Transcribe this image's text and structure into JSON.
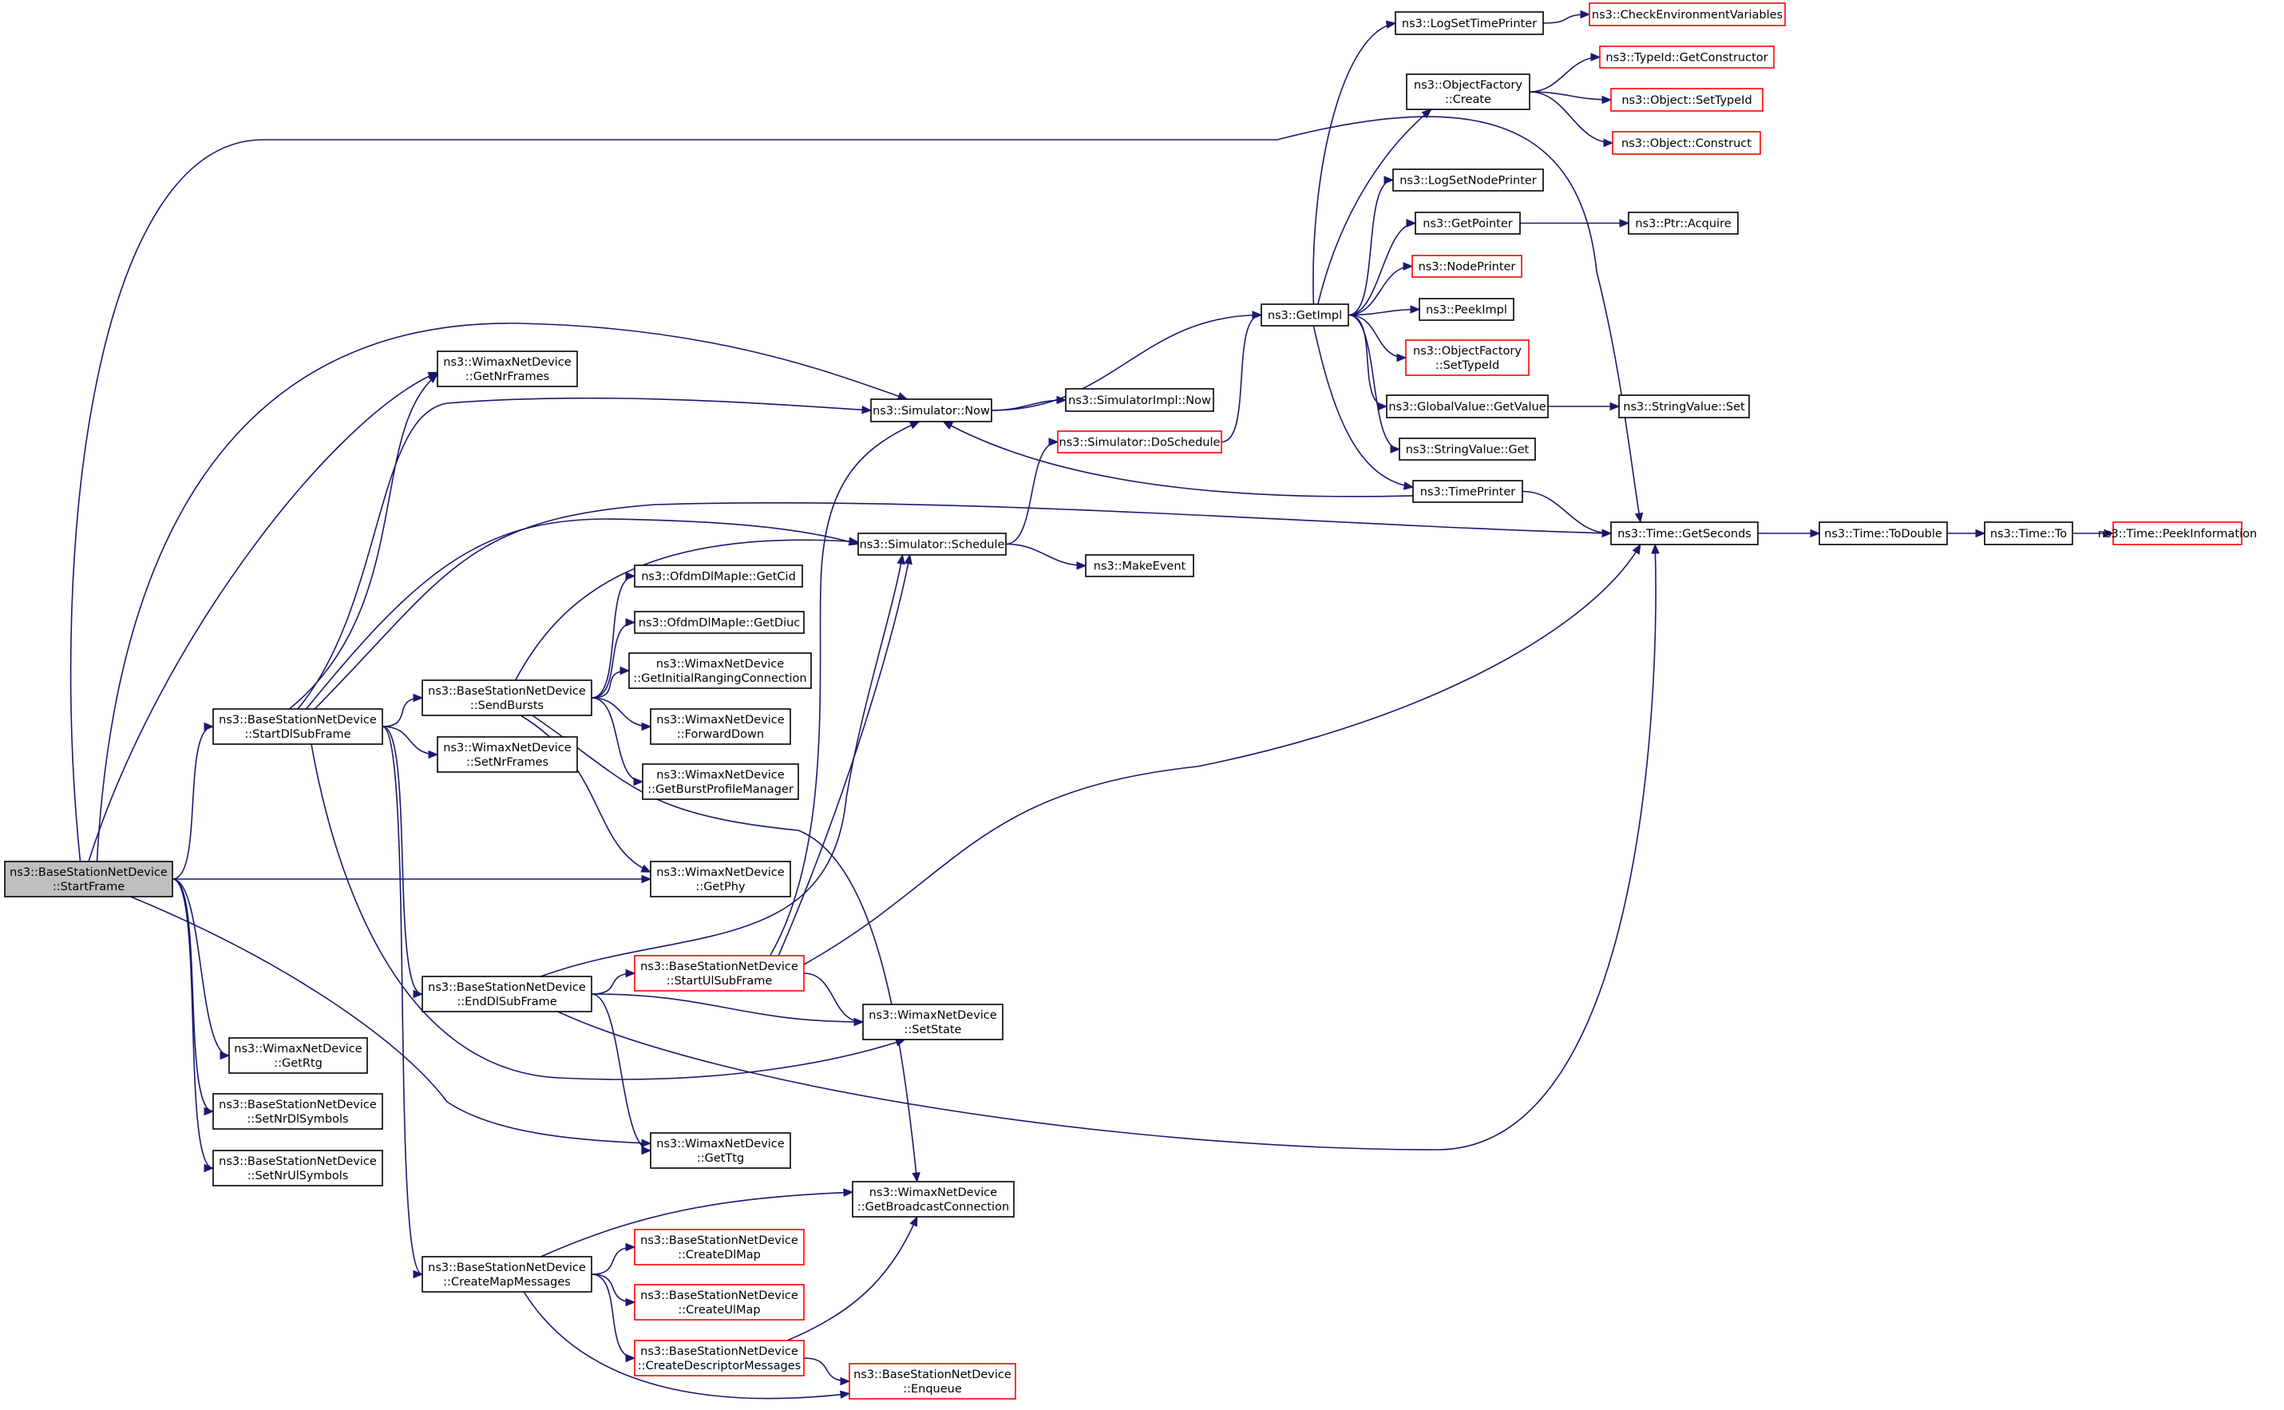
{
  "graph": {
    "colors": {
      "edge": "#191970",
      "border_normal": "#000000",
      "border_truncated": "#ff0000",
      "root_fill": "#bfbfbf",
      "node_fill": "#ffffff"
    },
    "nodes": [
      {
        "id": "StartFrame",
        "lines": [
          "ns3::BaseStationNetDevice",
          "::StartFrame"
        ],
        "style": "root"
      },
      {
        "id": "StartDlSubFrame",
        "lines": [
          "ns3::BaseStationNetDevice",
          "::StartDlSubFrame"
        ],
        "style": "normal"
      },
      {
        "id": "GetNrFrames",
        "lines": [
          "ns3::WimaxNetDevice",
          "::GetNrFrames"
        ],
        "style": "normal"
      },
      {
        "id": "SetNrFrames",
        "lines": [
          "ns3::WimaxNetDevice",
          "::SetNrFrames"
        ],
        "style": "normal"
      },
      {
        "id": "GetRtg",
        "lines": [
          "ns3::WimaxNetDevice",
          "::GetRtg"
        ],
        "style": "normal"
      },
      {
        "id": "SetNrDlSymbols",
        "lines": [
          "ns3::BaseStationNetDevice",
          "::SetNrDlSymbols"
        ],
        "style": "normal"
      },
      {
        "id": "SetNrUlSymbols",
        "lines": [
          "ns3::BaseStationNetDevice",
          "::SetNrUlSymbols"
        ],
        "style": "normal"
      },
      {
        "id": "SendBursts",
        "lines": [
          "ns3::BaseStationNetDevice",
          "::SendBursts"
        ],
        "style": "normal"
      },
      {
        "id": "EndDlSubFrame",
        "lines": [
          "ns3::BaseStationNetDevice",
          "::EndDlSubFrame"
        ],
        "style": "normal"
      },
      {
        "id": "CreateMapMessages",
        "lines": [
          "ns3::BaseStationNetDevice",
          "::CreateMapMessages"
        ],
        "style": "normal"
      },
      {
        "id": "GetCid",
        "lines": [
          "ns3::OfdmDlMapIe::GetCid"
        ],
        "style": "normal"
      },
      {
        "id": "GetDiuc",
        "lines": [
          "ns3::OfdmDlMapIe::GetDiuc"
        ],
        "style": "normal"
      },
      {
        "id": "GetInitialRangingConnection",
        "lines": [
          "ns3::WimaxNetDevice",
          "::GetInitialRangingConnection"
        ],
        "style": "normal"
      },
      {
        "id": "ForwardDown",
        "lines": [
          "ns3::WimaxNetDevice",
          "::ForwardDown"
        ],
        "style": "normal"
      },
      {
        "id": "GetBurstProfileManager",
        "lines": [
          "ns3::WimaxNetDevice",
          "::GetBurstProfileManager"
        ],
        "style": "normal"
      },
      {
        "id": "GetPhy",
        "lines": [
          "ns3::WimaxNetDevice",
          "::GetPhy"
        ],
        "style": "normal"
      },
      {
        "id": "StartUlSubFrame",
        "lines": [
          "ns3::BaseStationNetDevice",
          "::StartUlSubFrame"
        ],
        "style": "truncated"
      },
      {
        "id": "GetTtg",
        "lines": [
          "ns3::WimaxNetDevice",
          "::GetTtg"
        ],
        "style": "normal"
      },
      {
        "id": "CreateDlMap",
        "lines": [
          "ns3::BaseStationNetDevice",
          "::CreateDlMap"
        ],
        "style": "truncated"
      },
      {
        "id": "CreateUlMap",
        "lines": [
          "ns3::BaseStationNetDevice",
          "::CreateUlMap"
        ],
        "style": "truncated"
      },
      {
        "id": "CreateDescriptorMessages",
        "lines": [
          "ns3::BaseStationNetDevice",
          "::CreateDescriptorMessages"
        ],
        "style": "truncated"
      },
      {
        "id": "SimulatorNow",
        "lines": [
          "ns3::Simulator::Now"
        ],
        "style": "normal"
      },
      {
        "id": "SimulatorSchedule",
        "lines": [
          "ns3::Simulator::Schedule"
        ],
        "style": "normal"
      },
      {
        "id": "SetState",
        "lines": [
          "ns3::WimaxNetDevice",
          "::SetState"
        ],
        "style": "normal"
      },
      {
        "id": "GetBroadcastConnection",
        "lines": [
          "ns3::WimaxNetDevice",
          "::GetBroadcastConnection"
        ],
        "style": "normal"
      },
      {
        "id": "Enqueue",
        "lines": [
          "ns3::BaseStationNetDevice",
          "::Enqueue"
        ],
        "style": "truncated"
      },
      {
        "id": "SimulatorImplNow",
        "lines": [
          "ns3::SimulatorImpl::Now"
        ],
        "style": "normal"
      },
      {
        "id": "DoSchedule",
        "lines": [
          "ns3::Simulator::DoSchedule"
        ],
        "style": "truncated"
      },
      {
        "id": "MakeEvent",
        "lines": [
          "ns3::MakeEvent"
        ],
        "style": "normal"
      },
      {
        "id": "GetImpl",
        "lines": [
          "ns3::GetImpl"
        ],
        "style": "normal"
      },
      {
        "id": "LogSetTimePrinter",
        "lines": [
          "ns3::LogSetTimePrinter"
        ],
        "style": "normal"
      },
      {
        "id": "ObjectFactoryCreate",
        "lines": [
          "ns3::ObjectFactory",
          "::Create"
        ],
        "style": "normal"
      },
      {
        "id": "LogSetNodePrinter",
        "lines": [
          "ns3::LogSetNodePrinter"
        ],
        "style": "normal"
      },
      {
        "id": "GetPointer",
        "lines": [
          "ns3::GetPointer"
        ],
        "style": "normal"
      },
      {
        "id": "NodePrinter",
        "lines": [
          "ns3::NodePrinter"
        ],
        "style": "truncated"
      },
      {
        "id": "PeekImpl",
        "lines": [
          "ns3::PeekImpl"
        ],
        "style": "normal"
      },
      {
        "id": "SetTypeIdFactory",
        "lines": [
          "ns3::ObjectFactory",
          "::SetTypeId"
        ],
        "style": "truncated"
      },
      {
        "id": "GlobalValueGetValue",
        "lines": [
          "ns3::GlobalValue::GetValue"
        ],
        "style": "normal"
      },
      {
        "id": "StringValueGet",
        "lines": [
          "ns3::StringValue::Get"
        ],
        "style": "normal"
      },
      {
        "id": "TimePrinter",
        "lines": [
          "ns3::TimePrinter"
        ],
        "style": "normal"
      },
      {
        "id": "CheckEnv",
        "lines": [
          "ns3::CheckEnvironmentVariables"
        ],
        "style": "truncated"
      },
      {
        "id": "GetConstructor",
        "lines": [
          "ns3::TypeId::GetConstructor"
        ],
        "style": "truncated"
      },
      {
        "id": "ObjectSetTypeId",
        "lines": [
          "ns3::Object::SetTypeId"
        ],
        "style": "truncated"
      },
      {
        "id": "ObjectConstruct",
        "lines": [
          "ns3::Object::Construct"
        ],
        "style": "truncated"
      },
      {
        "id": "PtrAcquire",
        "lines": [
          "ns3::Ptr::Acquire"
        ],
        "style": "normal"
      },
      {
        "id": "StringValueSet",
        "lines": [
          "ns3::StringValue::Set"
        ],
        "style": "normal"
      },
      {
        "id": "GetSeconds",
        "lines": [
          "ns3::Time::GetSeconds"
        ],
        "style": "normal"
      },
      {
        "id": "ToDouble",
        "lines": [
          "ns3::Time::ToDouble"
        ],
        "style": "normal"
      },
      {
        "id": "TimeTo",
        "lines": [
          "ns3::Time::To"
        ],
        "style": "normal"
      },
      {
        "id": "PeekInformation",
        "lines": [
          "ns3::Time::PeekInformation"
        ],
        "style": "truncated"
      }
    ],
    "edges": [
      [
        "StartFrame",
        "StartDlSubFrame"
      ],
      [
        "StartFrame",
        "GetNrFrames"
      ],
      [
        "StartFrame",
        "SimulatorNow"
      ],
      [
        "StartFrame",
        "GetSeconds"
      ],
      [
        "StartFrame",
        "GetPhy"
      ],
      [
        "StartFrame",
        "GetRtg"
      ],
      [
        "StartFrame",
        "SetNrDlSymbols"
      ],
      [
        "StartFrame",
        "SetNrUlSymbols"
      ],
      [
        "StartFrame",
        "GetTtg"
      ],
      [
        "StartDlSubFrame",
        "GetNrFrames"
      ],
      [
        "StartDlSubFrame",
        "SimulatorNow"
      ],
      [
        "StartDlSubFrame",
        "SimulatorSchedule"
      ],
      [
        "StartDlSubFrame",
        "GetSeconds"
      ],
      [
        "StartDlSubFrame",
        "SendBursts"
      ],
      [
        "StartDlSubFrame",
        "SetNrFrames"
      ],
      [
        "StartDlSubFrame",
        "EndDlSubFrame"
      ],
      [
        "StartDlSubFrame",
        "SetState"
      ],
      [
        "StartDlSubFrame",
        "CreateMapMessages"
      ],
      [
        "SendBursts",
        "SimulatorSchedule"
      ],
      [
        "SendBursts",
        "GetCid"
      ],
      [
        "SendBursts",
        "GetDiuc"
      ],
      [
        "SendBursts",
        "GetInitialRangingConnection"
      ],
      [
        "SendBursts",
        "ForwardDown"
      ],
      [
        "SendBursts",
        "GetBurstProfileManager"
      ],
      [
        "SendBursts",
        "GetPhy"
      ],
      [
        "SendBursts",
        "GetBroadcastConnection"
      ],
      [
        "EndDlSubFrame",
        "SimulatorSchedule"
      ],
      [
        "EndDlSubFrame",
        "StartUlSubFrame"
      ],
      [
        "EndDlSubFrame",
        "SetState"
      ],
      [
        "EndDlSubFrame",
        "GetTtg"
      ],
      [
        "EndDlSubFrame",
        "GetSeconds"
      ],
      [
        "StartUlSubFrame",
        "SimulatorNow"
      ],
      [
        "StartUlSubFrame",
        "SimulatorSchedule"
      ],
      [
        "StartUlSubFrame",
        "SetState"
      ],
      [
        "StartUlSubFrame",
        "GetSeconds"
      ],
      [
        "CreateMapMessages",
        "GetBroadcastConnection"
      ],
      [
        "CreateMapMessages",
        "CreateDlMap"
      ],
      [
        "CreateMapMessages",
        "CreateUlMap"
      ],
      [
        "CreateMapMessages",
        "CreateDescriptorMessages"
      ],
      [
        "CreateMapMessages",
        "Enqueue"
      ],
      [
        "CreateDescriptorMessages",
        "GetBroadcastConnection"
      ],
      [
        "CreateDescriptorMessages",
        "Enqueue"
      ],
      [
        "SimulatorNow",
        "SimulatorImplNow"
      ],
      [
        "SimulatorNow",
        "GetImpl"
      ],
      [
        "SimulatorSchedule",
        "DoSchedule"
      ],
      [
        "SimulatorSchedule",
        "MakeEvent"
      ],
      [
        "DoSchedule",
        "GetImpl"
      ],
      [
        "GetImpl",
        "LogSetTimePrinter"
      ],
      [
        "GetImpl",
        "ObjectFactoryCreate"
      ],
      [
        "GetImpl",
        "LogSetNodePrinter"
      ],
      [
        "GetImpl",
        "GetPointer"
      ],
      [
        "GetImpl",
        "NodePrinter"
      ],
      [
        "GetImpl",
        "PeekImpl"
      ],
      [
        "GetImpl",
        "SetTypeIdFactory"
      ],
      [
        "GetImpl",
        "GlobalValueGetValue"
      ],
      [
        "GetImpl",
        "StringValueGet"
      ],
      [
        "GetImpl",
        "TimePrinter"
      ],
      [
        "LogSetTimePrinter",
        "CheckEnv"
      ],
      [
        "ObjectFactoryCreate",
        "GetConstructor"
      ],
      [
        "ObjectFactoryCreate",
        "ObjectSetTypeId"
      ],
      [
        "ObjectFactoryCreate",
        "ObjectConstruct"
      ],
      [
        "GetPointer",
        "PtrAcquire"
      ],
      [
        "GlobalValueGetValue",
        "StringValueSet"
      ],
      [
        "TimePrinter",
        "SimulatorNow"
      ],
      [
        "TimePrinter",
        "GetSeconds"
      ],
      [
        "GetSeconds",
        "ToDouble"
      ],
      [
        "ToDouble",
        "TimeTo"
      ],
      [
        "TimeTo",
        "PeekInformation"
      ]
    ]
  }
}
